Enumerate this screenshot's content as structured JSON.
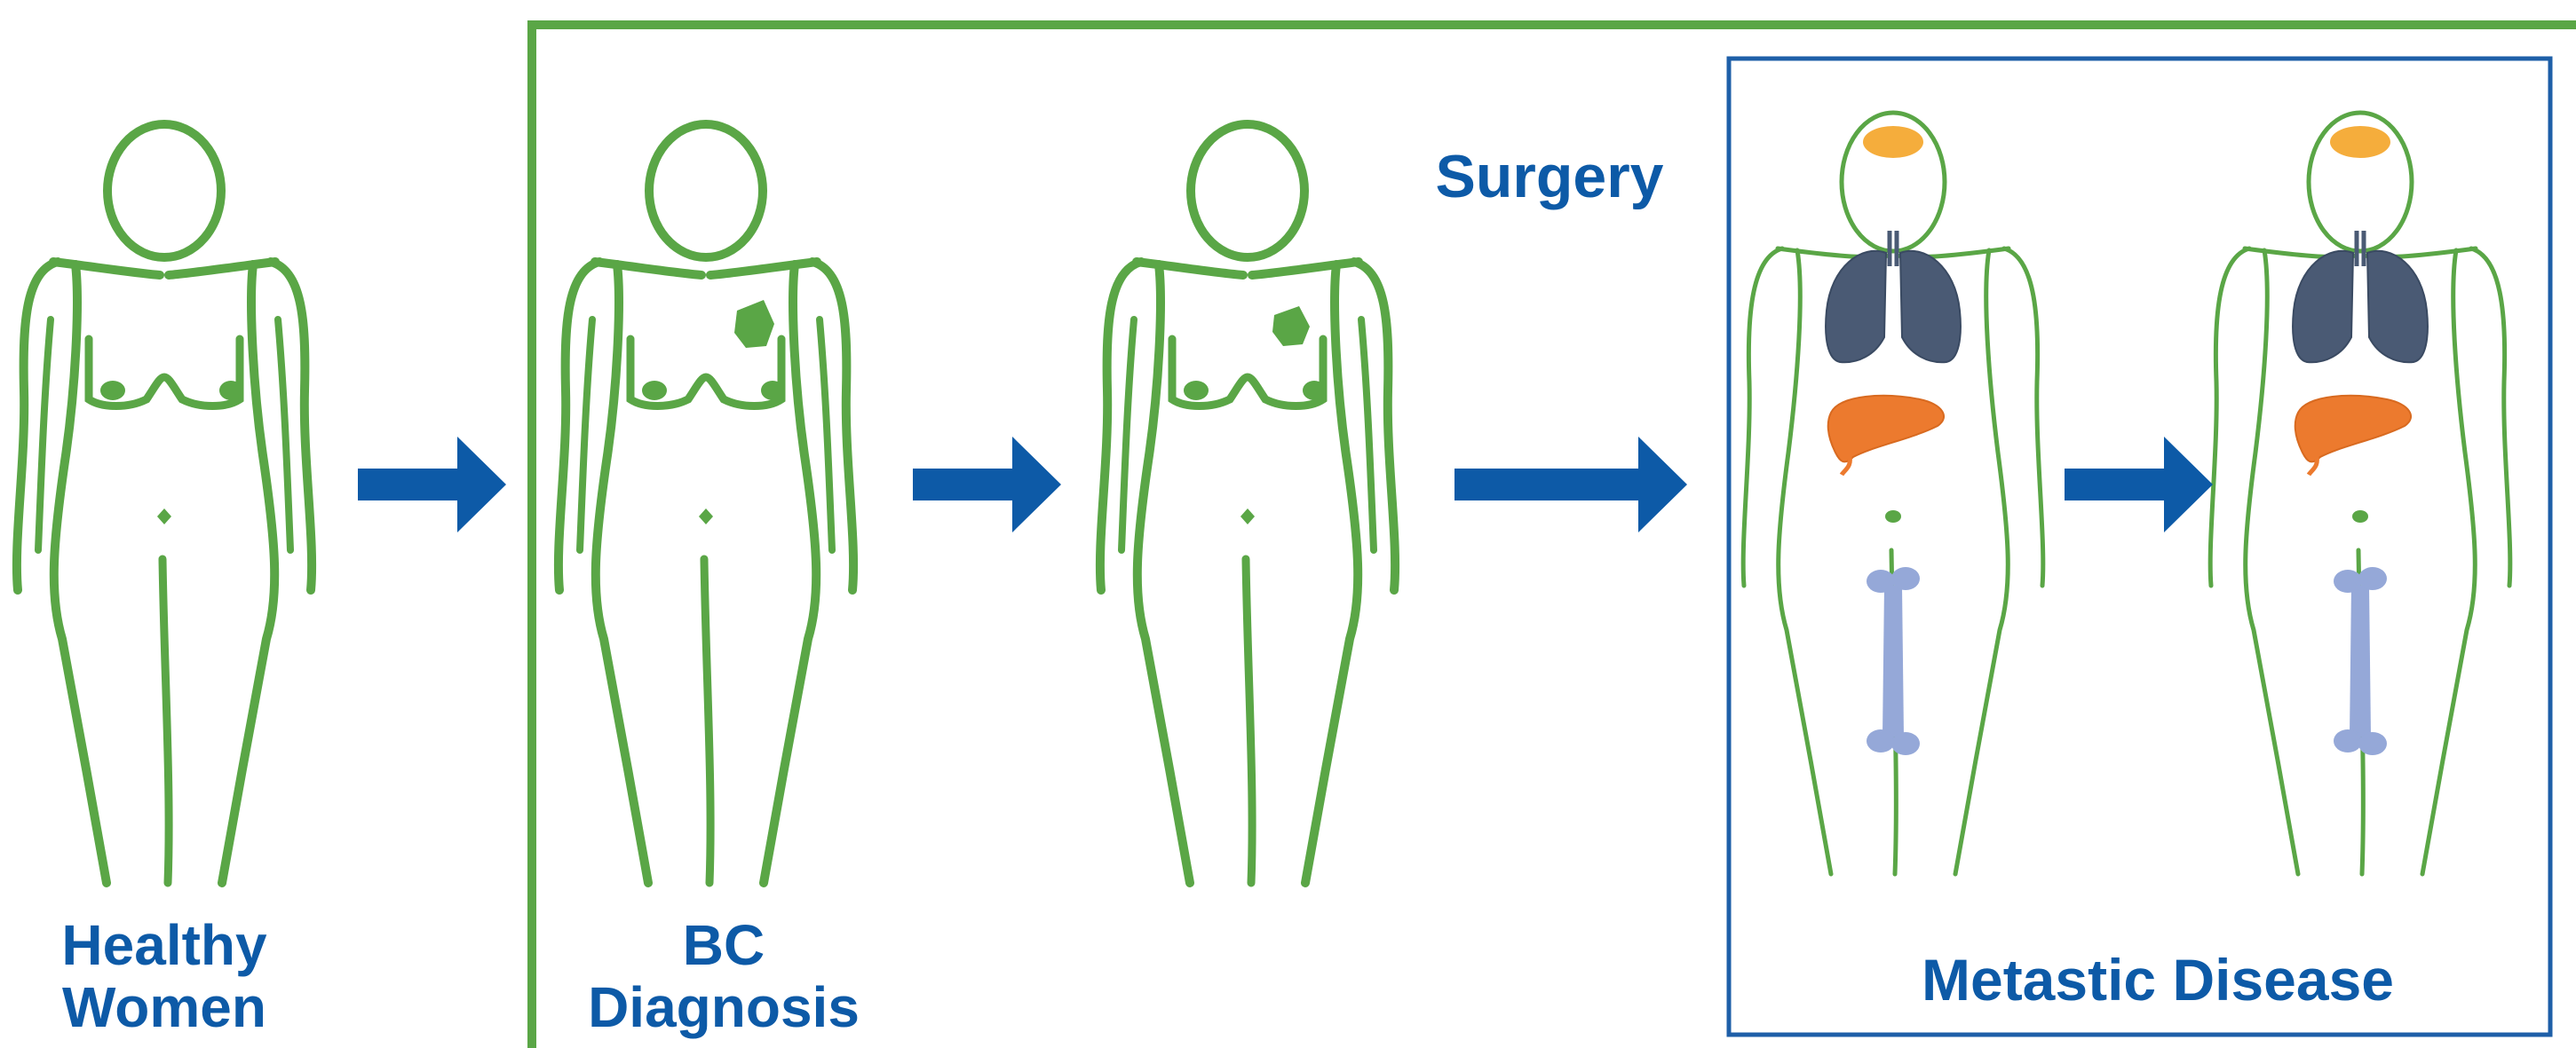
{
  "labels": {
    "healthy_line1": "Healthy",
    "healthy_line2": "Women",
    "bc_line1": "BC",
    "bc_line2": "Diagnosis",
    "surgery": "Surgery",
    "metastatic": "Metastic Disease"
  },
  "colors": {
    "body_outline": "#5aa646",
    "tumor": "#5aa646",
    "frame_green": "#5aa646",
    "frame_blue": "#1e5fa8",
    "arrow": "#0d5aa7",
    "label_text": "#0d5aa7",
    "brain_met": "#f5ad3c",
    "lungs": "#4a5a74",
    "liver": "#ec7a2e",
    "bone": "#95a8d8"
  },
  "figures": [
    {
      "stage": "healthy",
      "icon": "healthy-woman-figure"
    },
    {
      "stage": "diagnosis",
      "icon": "woman-with-breast-tumor-figure"
    },
    {
      "stage": "post-surgery",
      "icon": "woman-post-surgery-figure"
    },
    {
      "stage": "metastatic-1",
      "icon": "woman-with-metastases-figure"
    },
    {
      "stage": "metastatic-2",
      "icon": "woman-with-metastases-figure"
    }
  ]
}
